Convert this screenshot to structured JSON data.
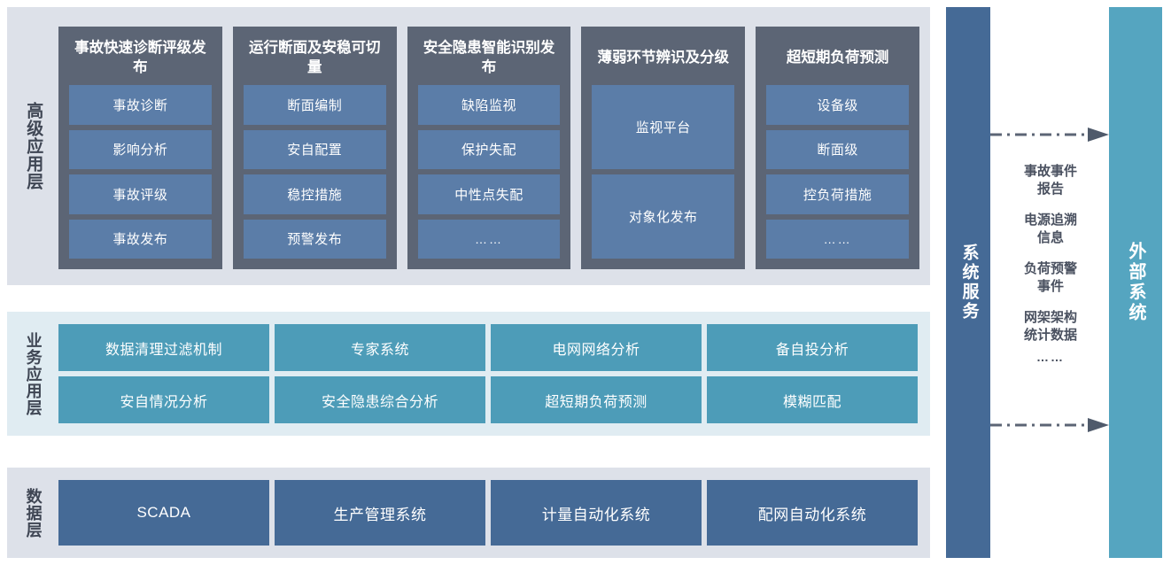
{
  "layers": {
    "advanced": {
      "label": "高级应用层",
      "columns": [
        {
          "title": "事故快速诊断评级发布",
          "items": [
            "事故诊断",
            "影响分析",
            "事故评级",
            "事故发布"
          ]
        },
        {
          "title": "运行断面及安稳可切量",
          "items": [
            "断面编制",
            "安自配置",
            "稳控措施",
            "预警发布"
          ]
        },
        {
          "title": "安全隐患智能识别发布",
          "items": [
            "缺陷监视",
            "保护失配",
            "中性点失配",
            "……"
          ]
        },
        {
          "title": "薄弱环节辨识及分级",
          "items": [
            "监视平台",
            "对象化发布"
          ]
        },
        {
          "title": "超短期负荷预测",
          "items": [
            "设备级",
            "断面级",
            "控负荷措施",
            "……"
          ]
        }
      ]
    },
    "business": {
      "label": "业务应用层",
      "cells": [
        "数据清理过滤机制",
        "专家系统",
        "电网网络分析",
        "备自投分析",
        "安自情况分析",
        "安全隐患综合分析",
        "超短期负荷预测",
        "模糊匹配"
      ]
    },
    "data": {
      "label": "数据层",
      "cells": [
        "SCADA",
        "生产管理系统",
        "计量自动化系统",
        "配网自动化系统"
      ]
    }
  },
  "system_service": {
    "label": "系统服务"
  },
  "external_system": {
    "label": "外部系统"
  },
  "exchange": {
    "items": [
      "事故事件\n报告",
      "电源追溯\n信息",
      "负荷预警\n事件",
      "网架架构\n统计数据",
      "……"
    ]
  },
  "colors": {
    "panel_gray": "#dde1e9",
    "panel_teal_light": "#e0ecf2",
    "column_dark": "#5c6575",
    "item_blue": "#5b7da8",
    "business_teal": "#4d9cb8",
    "data_blue": "#456a96",
    "external_teal": "#55a5c0",
    "arrow_gray": "#5c6575"
  }
}
